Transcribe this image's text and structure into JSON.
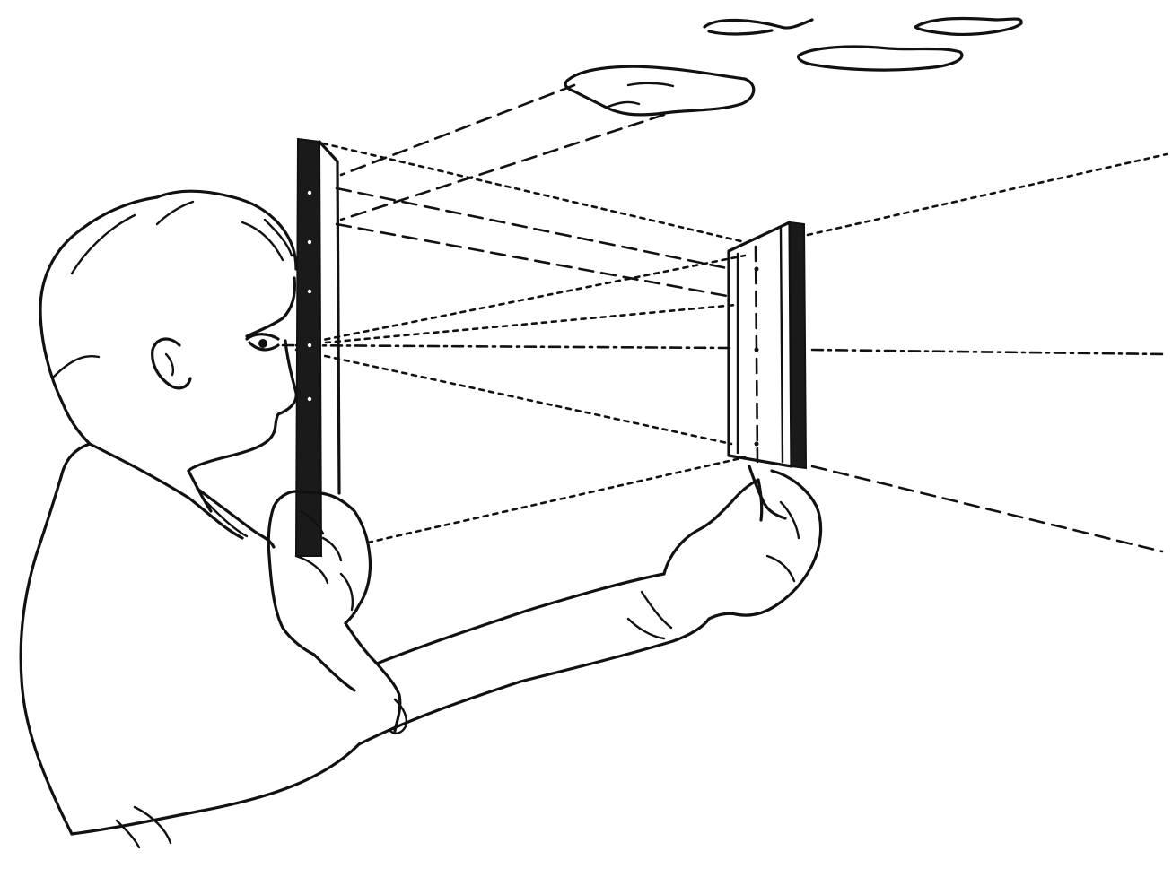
{
  "illustration": {
    "subject": "person-holding-two-rulers-sighting-perspective-lines",
    "elements": [
      "cloud-near",
      "cloud-far",
      "near-ruler",
      "far-ruler",
      "eye",
      "sight-lines"
    ],
    "ink_color": "#111111",
    "background_color": "#ffffff"
  }
}
